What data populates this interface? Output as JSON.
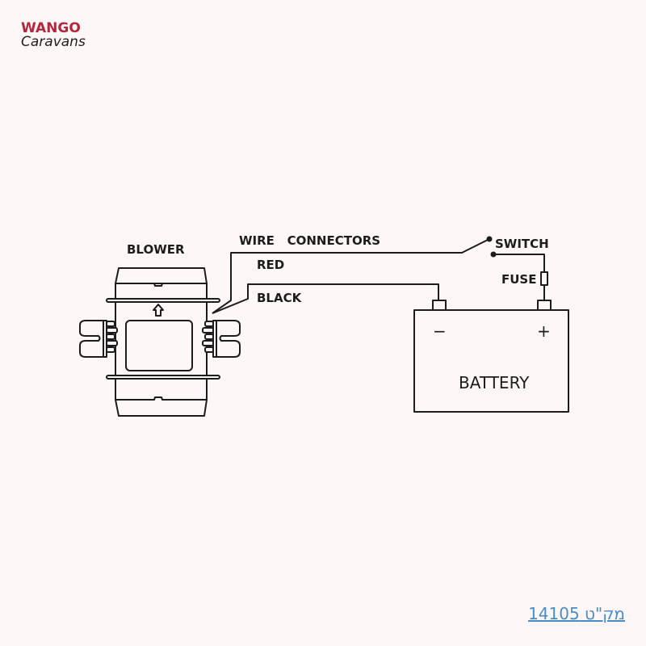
{
  "logo": {
    "brand_top": "WANGO",
    "brand_bottom": "Caravans",
    "brand_color": "#b3263d"
  },
  "diagram": {
    "blower_label": "BLOWER",
    "wire_connectors_label": "WIRE   CONNECTORS",
    "red_label": "RED",
    "black_label": "BLACK",
    "switch_label": "SWITCH",
    "fuse_label": "FUSE",
    "battery_label": "BATTERY",
    "battery_negative": "−",
    "battery_positive": "+",
    "line_color": "#1c1c1c",
    "background": "#fdf8f7"
  },
  "footer": {
    "sku_link": "מק\"ט 14105",
    "link_color": "#4a8cc7"
  }
}
